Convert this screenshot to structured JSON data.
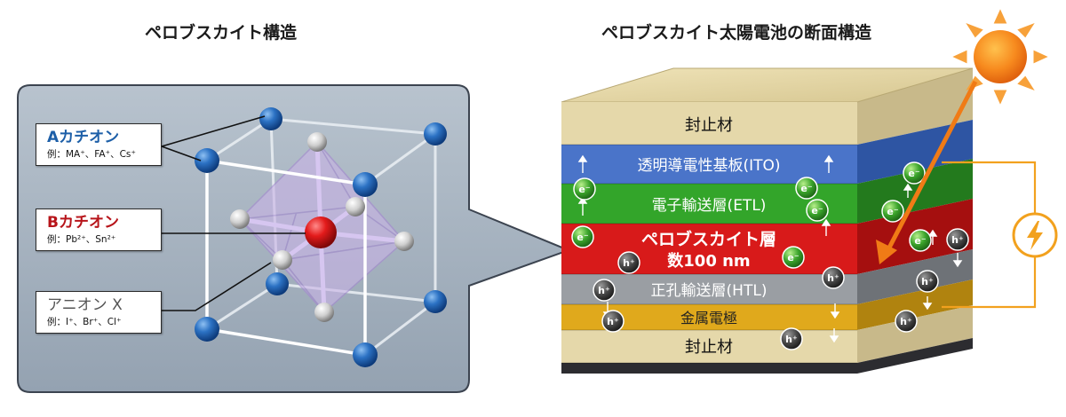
{
  "titles": {
    "left": "ペロブスカイト構造",
    "right": "ペロブスカイト太陽電池の断面構造"
  },
  "labels": {
    "a_cation": {
      "title": "Aカチオン",
      "example": "例：MA⁺、FA⁺、Cs⁺"
    },
    "b_cation": {
      "title": "Bカチオン",
      "example": "例：Pb²⁺、Sn²⁺"
    },
    "anion": {
      "title": "アニオン X",
      "example": "例：I⁺、Br⁺、Cl⁺"
    }
  },
  "layers": {
    "encap_top": "封止材",
    "ito": "透明導電性基板(ITO)",
    "etl": "電子輸送層(ETL)",
    "perovskite_line1": "ペロブスカイト層",
    "perovskite_line2": "数100 nm",
    "htl": "正孔輸送層(HTL)",
    "metal": "金属電極",
    "encap_bottom": "封止材"
  },
  "carriers": {
    "electron": "e⁻",
    "hole": "h⁺"
  },
  "colors": {
    "a_cation": "#1c5fae",
    "b_cation": "#c40f12",
    "anion": "#8a8a8a",
    "callout_bg": "#a6b3c0",
    "octahedron": "#c9b3e6",
    "encap": "#e3d6a8",
    "ito": "#4a74c9",
    "etl": "#33a52a",
    "perovskite": "#d81a1a",
    "htl": "#9a9ea3",
    "metal": "#e0a91c",
    "sun": "#f7861c",
    "circuit": "#f2a11e",
    "arrow": "#f07b16"
  },
  "icons": {
    "sun": "sun-icon",
    "bolt": "lightning-bolt-icon"
  }
}
